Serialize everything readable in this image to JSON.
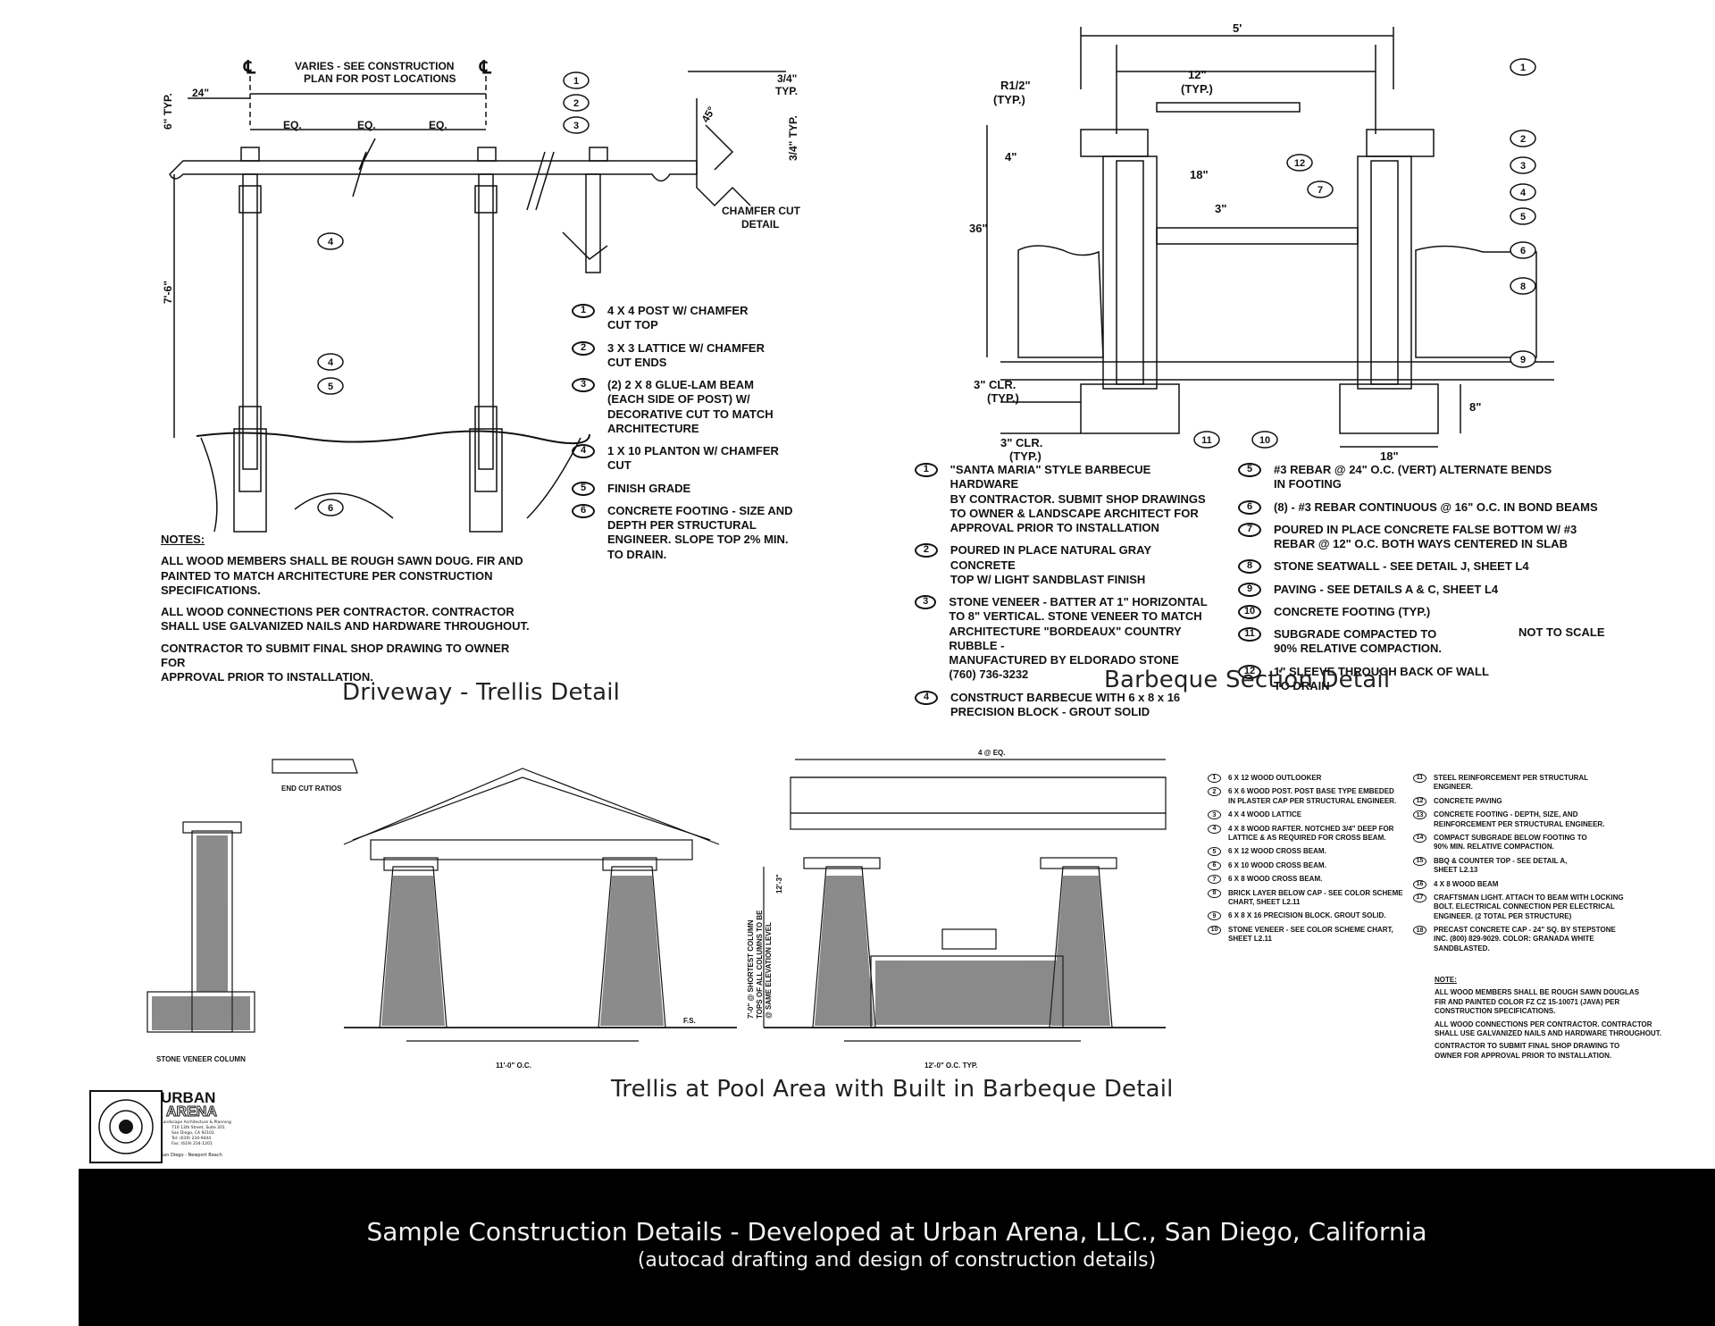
{
  "trellis": {
    "caption": "Driveway - Trellis Detail",
    "dims": {
      "cl": "℄",
      "varies": "VARIES - SEE CONSTRUCTION\nPLAN FOR POST LOCATIONS",
      "d24": "24\"",
      "d6typ": "6\" TYP.",
      "eq": "EQ.",
      "h76": "7'-6\"",
      "chamfer_a": "3/4\" TYP.",
      "chamfer_b": "3/4\" TYP.",
      "angle": "45°",
      "chamfer_title": "CHAMFER CUT\nDETAIL"
    },
    "legend": [
      {
        "num": "1",
        "text": "4 X 4 POST W/ CHAMFER\nCUT TOP"
      },
      {
        "num": "2",
        "text": "3 X 3 LATTICE W/ CHAMFER\nCUT ENDS"
      },
      {
        "num": "3",
        "text": "(2) 2 X 8 GLUE-LAM BEAM\n(EACH SIDE OF POST) W/\nDECORATIVE CUT TO MATCH\nARCHITECTURE"
      },
      {
        "num": "4",
        "text": "1 X 10 PLANTON W/ CHAMFER\nCUT"
      },
      {
        "num": "5",
        "text": "FINISH GRADE"
      },
      {
        "num": "6",
        "text": "CONCRETE FOOTING - SIZE AND\nDEPTH PER STRUCTURAL\nENGINEER.  SLOPE TOP 2% MIN.\nTO DRAIN."
      }
    ],
    "notes_title": "NOTES:",
    "notes": [
      "ALL WOOD MEMBERS SHALL BE ROUGH SAWN DOUG. FIR AND\nPAINTED TO MATCH ARCHITECTURE PER CONSTRUCTION\nSPECIFICATIONS.",
      "ALL WOOD CONNECTIONS PER CONTRACTOR. CONTRACTOR\nSHALL USE GALVANIZED NAILS AND HARDWARE THROUGHOUT.",
      "CONTRACTOR TO SUBMIT FINAL SHOP DRAWING TO OWNER FOR\nAPPROVAL PRIOR TO INSTALLATION."
    ]
  },
  "bbq": {
    "caption": "Barbeque Section Detail",
    "dims": {
      "w5": "5'",
      "d12": "12\"\n(TYP.)",
      "r12": "R1/2\"\n(TYP.)",
      "d4": "4\"",
      "d18a": "18\"",
      "d36": "36\"",
      "d3": "3\"",
      "clr1": "3\" CLR.\n(TYP.)",
      "clr2": "3\" CLR.\n(TYP.)",
      "d8": "8\"",
      "d18b": "18\""
    },
    "legend_left": [
      {
        "num": "1",
        "text": "\"SANTA MARIA\" STYLE BARBECUE HARDWARE\nBY CONTRACTOR.  SUBMIT SHOP DRAWINGS\nTO OWNER & LANDSCAPE ARCHITECT FOR\nAPPROVAL PRIOR TO INSTALLATION"
      },
      {
        "num": "2",
        "text": "POURED IN PLACE NATURAL GRAY CONCRETE\nTOP W/ LIGHT SANDBLAST FINISH"
      },
      {
        "num": "3",
        "text": "STONE VENEER -  BATTER AT 1\" HORIZONTAL\nTO 8\" VERTICAL.  STONE VENEER TO MATCH\nARCHITECTURE \"BORDEAUX\" COUNTRY RUBBLE -\nMANUFACTURED BY ELDORADO STONE\n(760) 736-3232"
      },
      {
        "num": "4",
        "text": "CONSTRUCT BARBECUE WITH 6 x 8 x 16\nPRECISION BLOCK - GROUT SOLID"
      }
    ],
    "legend_right": [
      {
        "num": "5",
        "text": "#3 REBAR @ 24\" O.C. (VERT) ALTERNATE BENDS\nIN FOOTING"
      },
      {
        "num": "6",
        "text": "(8) - #3 REBAR CONTINUOUS @ 16\" O.C. IN BOND BEAMS"
      },
      {
        "num": "7",
        "text": "POURED IN PLACE CONCRETE FALSE BOTTOM W/ #3\nREBAR @ 12\" O.C. BOTH WAYS CENTERED IN SLAB"
      },
      {
        "num": "8",
        "text": "STONE SEATWALL - SEE DETAIL J, SHEET L4"
      },
      {
        "num": "9",
        "text": "PAVING - SEE DETAILS A & C, SHEET L4"
      },
      {
        "num": "10",
        "text": "CONCRETE FOOTING (TYP.)"
      },
      {
        "num": "11",
        "text": "SUBGRADE COMPACTED TO\n90% RELATIVE COMPACTION."
      },
      {
        "num": "12",
        "text": "1\" SLEEVE THROUGH BACK OF WALL\nTO DRAIN"
      }
    ],
    "nts": "NOT TO SCALE"
  },
  "pool": {
    "caption": "Trellis at Pool Area with Built in Barbeque Detail",
    "column_label": "STONE VENEER COLUMN",
    "end_cut": "END CUT RATIOS",
    "dims": {
      "d11": "11'-0\" O.C.",
      "d12": "12'-0\" O.C. TYP.",
      "eq4": "4 @ EQ.",
      "vert": "7'-0\" @ SHORTEST COLUMN\nTOPS OF ALL COLUMNS TO BE\n@ SAME ELEVATION LEVEL",
      "d12v": "12'-3\"",
      "fs": "F.S."
    },
    "legend_left": [
      {
        "num": "1",
        "text": "6 X 12 WOOD OUTLOOKER"
      },
      {
        "num": "2",
        "text": "6 X 6 WOOD POST.  POST BASE TYPE EMBEDED\nIN PLASTER CAP PER STRUCTURAL ENGINEER."
      },
      {
        "num": "3",
        "text": "4 X 4 WOOD LATTICE"
      },
      {
        "num": "4",
        "text": "4 X 8 WOOD RAFTER.  NOTCHED 3/4\" DEEP FOR\nLATTICE & AS REQUIRED FOR CROSS BEAM."
      },
      {
        "num": "5",
        "text": "6 X 12 WOOD CROSS BEAM."
      },
      {
        "num": "6",
        "text": "6 X 10 WOOD CROSS BEAM."
      },
      {
        "num": "7",
        "text": "6 X 8 WOOD CROSS BEAM."
      },
      {
        "num": "8",
        "text": "BRICK LAYER BELOW CAP - SEE COLOR SCHEME\nCHART, SHEET L2.11"
      },
      {
        "num": "9",
        "text": "6 X 8 X 16 PRECISION BLOCK.  GROUT SOLID."
      },
      {
        "num": "10",
        "text": "STONE VENEER - SEE COLOR SCHEME CHART,\nSHEET L2.11"
      }
    ],
    "legend_right": [
      {
        "num": "11",
        "text": "STEEL REINFORCEMENT PER STRUCTURAL ENGINEER."
      },
      {
        "num": "12",
        "text": "CONCRETE PAVING"
      },
      {
        "num": "13",
        "text": "CONCRETE FOOTING - DEPTH, SIZE, AND\nREINFORCEMENT PER STRUCTURAL ENGINEER."
      },
      {
        "num": "14",
        "text": "COMPACT SUBGRADE BELOW FOOTING TO\n90% MIN. RELATIVE COMPACTION."
      },
      {
        "num": "15",
        "text": "BBQ & COUNTER TOP - SEE DETAIL A,\nSHEET L2.13"
      },
      {
        "num": "16",
        "text": "4 X 8 WOOD BEAM"
      },
      {
        "num": "17",
        "text": "CRAFTSMAN LIGHT.  ATTACH TO BEAM WITH LOCKING\nBOLT.  ELECTRICAL CONNECTION PER ELECTRICAL\nENGINEER.  (2 TOTAL PER STRUCTURE)"
      },
      {
        "num": "18",
        "text": "PRECAST CONCRETE CAP - 24\" SQ. BY STEPSTONE\nINC.  (800) 829-9029.  COLOR: GRANADA WHITE\nSANDBLASTED."
      }
    ],
    "notes_title": "NOTE:",
    "notes": [
      "ALL WOOD MEMBERS SHALL BE ROUGH SAWN DOUGLAS\nFIR AND PAINTED COLOR FZ CZ 15-10071 (JAVA) PER\nCONSTRUCTION SPECIFICATIONS.",
      "ALL WOOD CONNECTIONS PER CONTRACTOR.  CONTRACTOR\nSHALL USE GALVANIZED NAILS AND HARDWARE THROUGHOUT.",
      "CONTRACTOR TO SUBMIT FINAL SHOP DRAWING TO\nOWNER FOR APPROVAL PRIOR TO INSTALLATION."
    ]
  },
  "logo": {
    "name_top": "URBAN",
    "name_bottom": "ARENA",
    "tagline": "Landscape Architecture & Planning",
    "address": "710 13th Street, Suite 201\nSan Diego, CA 92101\nTel: (619) 234-9444\nFax: (619) 234-1201",
    "offices": "San Diego - Newport Beach"
  },
  "footer": {
    "title": "Sample Construction Details -  Developed at Urban Arena, LLC., San Diego, California",
    "subtitle": "(autocad drafting and design of construction details)"
  }
}
